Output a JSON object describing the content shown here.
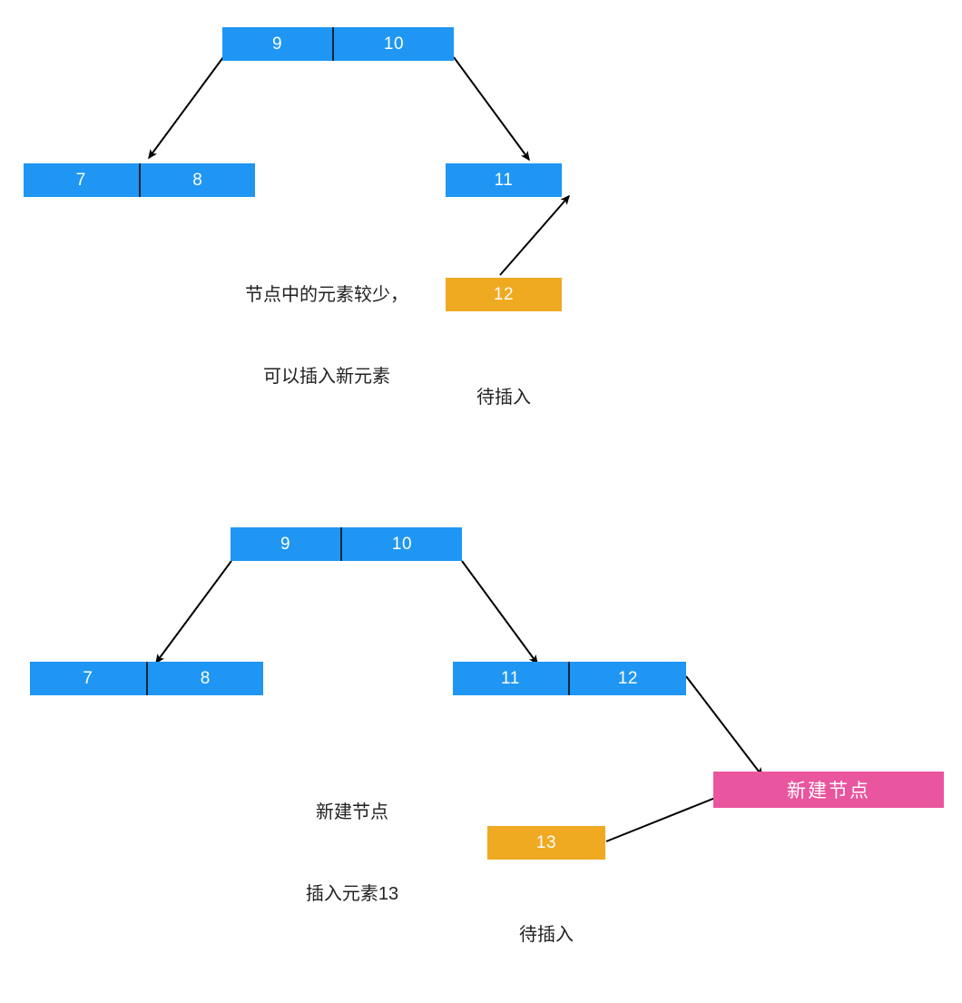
{
  "diagram": {
    "title_top": "",
    "colors": {
      "node_blue": "#1f96f3",
      "node_orange": "#efaa22",
      "node_pink": "#e9559e",
      "arrow": "#000000",
      "text_light": "#ffffff",
      "text_dark": "#222222"
    },
    "panels": [
      {
        "id": "panel-top",
        "nodes": [
          {
            "id": "top-root",
            "kind": "blue",
            "cells": [
              "9",
              "10"
            ]
          },
          {
            "id": "top-left-child",
            "kind": "blue",
            "cells": [
              "7",
              "8"
            ]
          },
          {
            "id": "top-right-child",
            "kind": "blue",
            "cells": [
              "11"
            ]
          },
          {
            "id": "top-pending",
            "kind": "orange",
            "cells": [
              "12"
            ]
          }
        ],
        "captions": [
          {
            "id": "top-note",
            "line1": "节点中的元素较少，",
            "line2": "可以插入新元素"
          },
          {
            "id": "top-pending-label",
            "line1": "待插入",
            "line2": ""
          }
        ]
      },
      {
        "id": "panel-bottom",
        "nodes": [
          {
            "id": "bottom-root",
            "kind": "blue",
            "cells": [
              "9",
              "10"
            ]
          },
          {
            "id": "bottom-left-child",
            "kind": "blue",
            "cells": [
              "7",
              "8"
            ]
          },
          {
            "id": "bottom-right-child",
            "kind": "blue",
            "cells": [
              "11",
              "12"
            ]
          },
          {
            "id": "bottom-new-node",
            "kind": "pink",
            "cells": [
              "新建节点"
            ]
          },
          {
            "id": "bottom-pending",
            "kind": "orange",
            "cells": [
              "13"
            ]
          }
        ],
        "captions": [
          {
            "id": "bottom-note",
            "line1": "新建节点",
            "line2": "插入元素13"
          },
          {
            "id": "bottom-pending-label",
            "line1": "待插入",
            "line2": ""
          }
        ]
      }
    ]
  }
}
